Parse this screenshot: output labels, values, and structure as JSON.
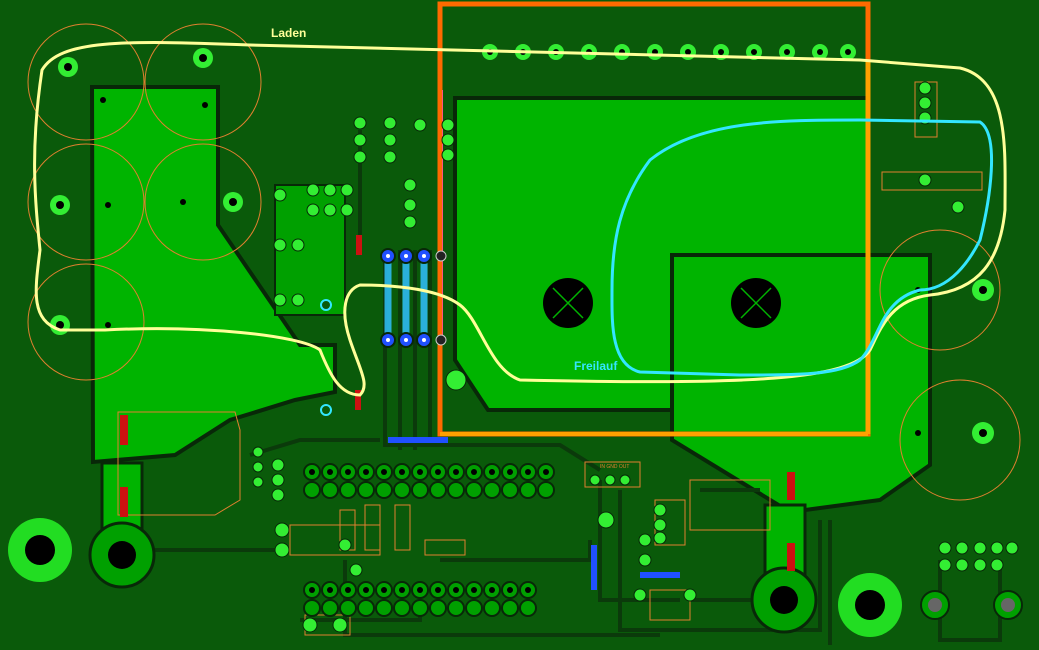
{
  "labels": {
    "laden": "Laden",
    "freilauf": "Freilauf",
    "connector_pins": "IN GND OUT"
  },
  "colors": {
    "board_bg": "#0a5a0a",
    "copper_fill": "#00b400",
    "copper_dark": "#008000",
    "trace_dark": "#0b3a0b",
    "laden_loop": "#ffff99",
    "freilauf_loop": "#33e6ff",
    "orange_outline": "#ff6a00",
    "orange_outline2": "#ffa000",
    "silkscreen": "#e08030",
    "via_blue": "#2050ff",
    "pad_light": "#33ee33"
  }
}
